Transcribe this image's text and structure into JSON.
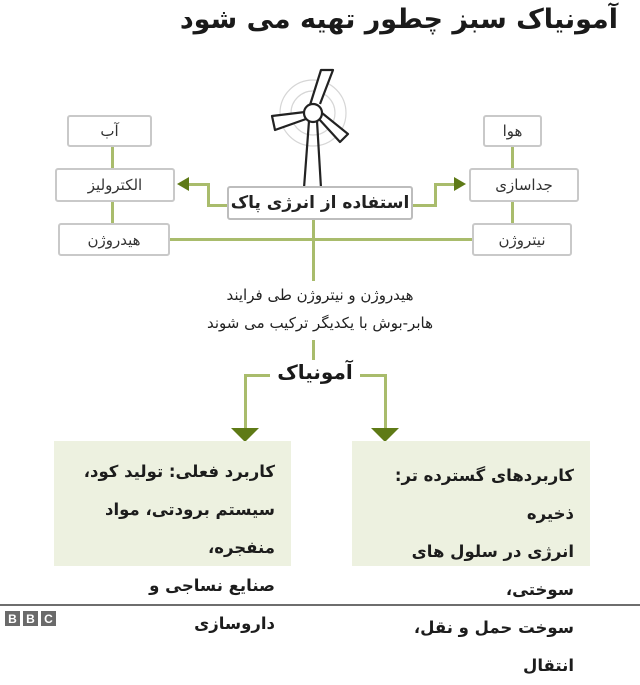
{
  "title": "آمونیاک سبز چطور تهیه می شود",
  "center": {
    "label": "استفاده از انرژی پاک",
    "icon": "wind-turbine-icon"
  },
  "left_chain": {
    "input": "آب",
    "process": "الکترولیز",
    "output": "هیدروژن"
  },
  "right_chain": {
    "input": "هوا",
    "process": "جداسازی",
    "output": "نیتروژن"
  },
  "process_text": {
    "line1": "هیدروژن و نیتروژن طی فرایند",
    "line2": "هابر-بوش با یکدیگر ترکیب می شوند"
  },
  "product": "آمونیاک",
  "uses": {
    "current": {
      "line1": "کاربرد فعلی: تولید کود،",
      "line2": "سیستم برودتی، مواد منفجره،",
      "line3": "صنایع نساجی و داروسازی"
    },
    "future": {
      "line1": "کاربردهای گسترده تر: ذخیره",
      "line2": "انرژی در سلول های سوختی،",
      "line3": "سوخت حمل و نقل، انتقال"
    }
  },
  "colors": {
    "connector": "#a9bc6c",
    "arrow": "#5e7a16",
    "use_box_bg": "#edf1e0",
    "box_border": "#c9c9c9"
  },
  "footer": {
    "logo_letters": [
      "B",
      "B",
      "C"
    ]
  }
}
